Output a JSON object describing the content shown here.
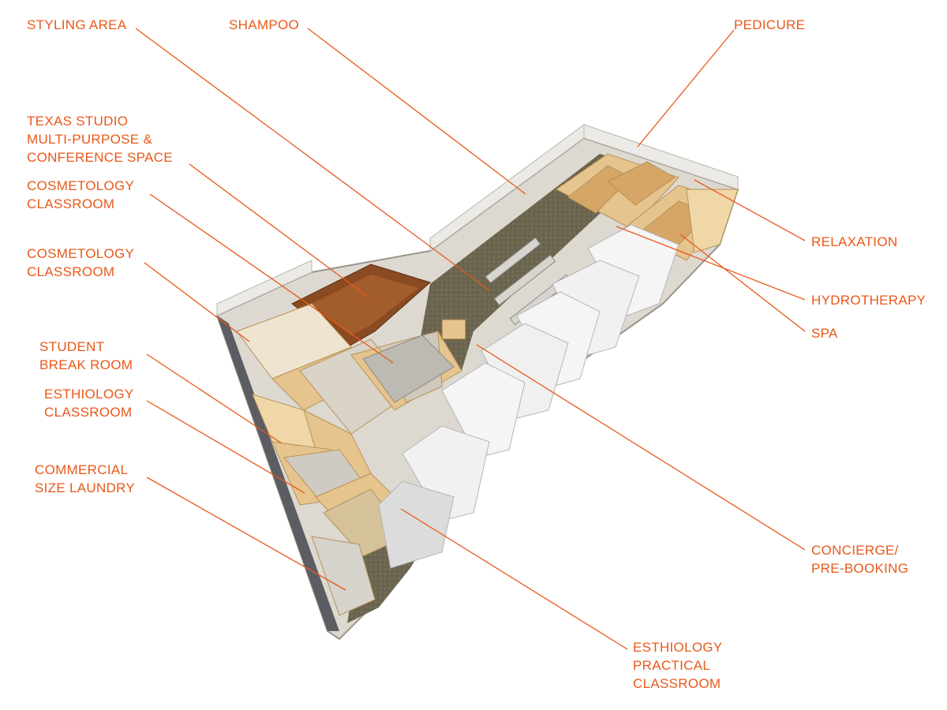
{
  "colors": {
    "accent": "#e8581a",
    "wall_tan": "#e6c48e",
    "wall_white": "#f3f3f3",
    "floor_dark": "#6a6450",
    "studio_brown": "#8a4a22"
  },
  "labels": [
    {
      "id": "styling-area",
      "lines": [
        "STYLING AREA"
      ]
    },
    {
      "id": "shampoo",
      "lines": [
        "SHAMPOO"
      ]
    },
    {
      "id": "pedicure",
      "lines": [
        "PEDICURE"
      ]
    },
    {
      "id": "texas-studio",
      "lines": [
        "TEXAS STUDIO",
        "MULTI-PURPOSE &",
        "CONFERENCE SPACE"
      ]
    },
    {
      "id": "cosmetology-classroom-1",
      "lines": [
        "COSMETOLOGY",
        "CLASSROOM"
      ]
    },
    {
      "id": "cosmetology-classroom-2",
      "lines": [
        "COSMETOLOGY",
        "CLASSROOM"
      ]
    },
    {
      "id": "student-break-room",
      "lines": [
        "STUDENT",
        "BREAK ROOM"
      ]
    },
    {
      "id": "esthiology-classroom",
      "lines": [
        "ESTHIOLOGY",
        "CLASSROOM"
      ]
    },
    {
      "id": "commercial-laundry",
      "lines": [
        "COMMERCIAL",
        "SIZE LAUNDRY"
      ]
    },
    {
      "id": "relaxation",
      "lines": [
        "RELAXATION"
      ]
    },
    {
      "id": "hydrotherapy",
      "lines": [
        "HYDROTHERAPY"
      ]
    },
    {
      "id": "spa",
      "lines": [
        "SPA"
      ]
    },
    {
      "id": "concierge",
      "lines": [
        "CONCIERGE/",
        "PRE-BOOKING"
      ]
    },
    {
      "id": "esthiology-practical",
      "lines": [
        "ESTHIOLOGY",
        "PRACTICAL",
        "CLASSROOM"
      ]
    }
  ]
}
